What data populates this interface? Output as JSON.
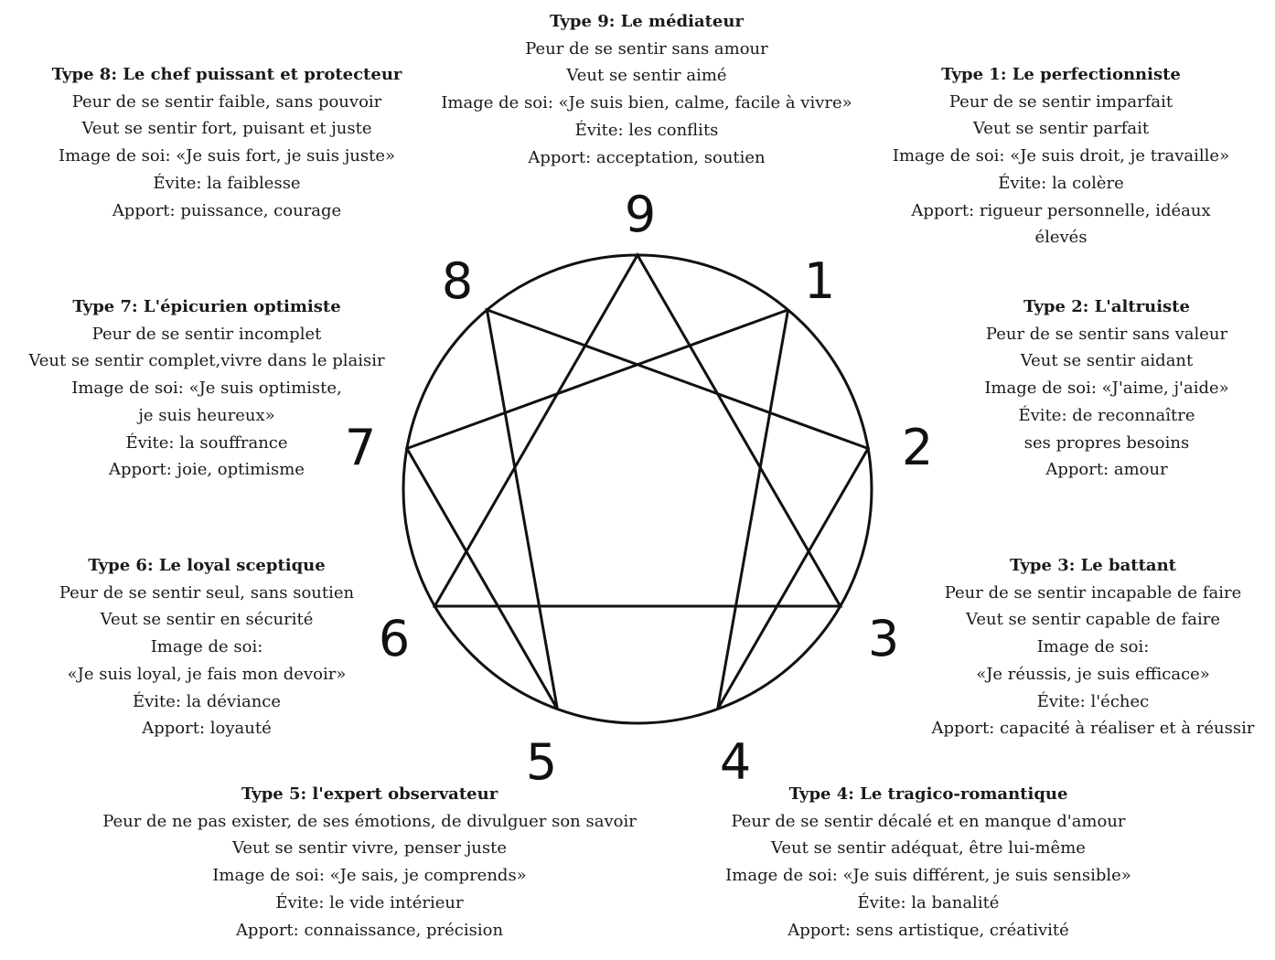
{
  "center_numbers": [
    "9",
    "1",
    "2",
    "3",
    "4",
    "5",
    "6",
    "7",
    "8"
  ],
  "types": {
    "t9": {
      "title": "Type 9: Le médiateur",
      "lines": [
        "Peur de se sentir sans amour",
        "Veut se sentir aimé",
        "Image de soi: «Je suis bien, calme, facile à vivre»",
        "Évite: les conflits",
        "Apport: acceptation, soutien"
      ]
    },
    "t8": {
      "title": "Type 8: Le chef puissant et protecteur",
      "lines": [
        "Peur de se sentir faible, sans pouvoir",
        "Veut se sentir fort, puisant et juste",
        "Image de soi: «Je suis fort, je suis juste»",
        "Évite: la faiblesse",
        "Apport: puissance, courage"
      ]
    },
    "t1": {
      "title": "Type 1: Le perfectionniste",
      "lines": [
        "Peur de se sentir imparfait",
        "Veut se sentir parfait",
        "Image de soi: «Je suis droit, je travaille»",
        "Évite: la colère",
        "Apport: rigueur personnelle, idéaux",
        "élevés"
      ]
    },
    "t7": {
      "title": "Type 7: L'épicurien optimiste",
      "lines": [
        "Peur de se sentir incomplet",
        "Veut se sentir complet,vivre dans le plaisir",
        "Image de soi: «Je suis optimiste,",
        "je suis heureux»",
        "Évite: la souffrance",
        "Apport: joie, optimisme"
      ]
    },
    "t2": {
      "title": "Type 2: L'altruiste",
      "lines": [
        "Peur de se sentir sans valeur",
        "Veut se sentir aidant",
        "Image de soi: «J'aime, j'aide»",
        "Évite: de reconnaître",
        "ses propres besoins",
        "Apport: amour"
      ]
    },
    "t6": {
      "title": "Type 6: Le loyal sceptique",
      "lines": [
        "Peur de se sentir seul, sans soutien",
        "Veut se sentir en sécurité",
        "Image de soi:",
        "«Je suis loyal, je fais mon devoir»",
        "Évite: la déviance",
        "Apport: loyauté"
      ]
    },
    "t3": {
      "title": "Type 3: Le battant",
      "lines": [
        "Peur de se sentir incapable de faire",
        "Veut se sentir capable de faire",
        "Image de soi:",
        "«Je réussis, je suis efficace»",
        "Évite: l'échec",
        "Apport: capacité à réaliser et à réussir"
      ]
    },
    "t5": {
      "title": "Type 5: l'expert observateur",
      "lines": [
        "Peur de ne pas exister, de ses émotions, de divulguer son savoir",
        "Veut se sentir vivre, penser juste",
        "Image de soi: «Je sais, je comprends»",
        "Évite: le vide intérieur",
        "Apport: connaissance, précision"
      ]
    },
    "t4": {
      "title": "Type 4: Le tragico-romantique",
      "lines": [
        "Peur de se sentir décalé et en manque d'amour",
        "Veut se sentir adéquat, être lui-même",
        "Image de soi: «Je suis différent, je suis sensible»",
        "Évite: la banalité",
        "Apport: sens artistique, créativité"
      ]
    }
  }
}
